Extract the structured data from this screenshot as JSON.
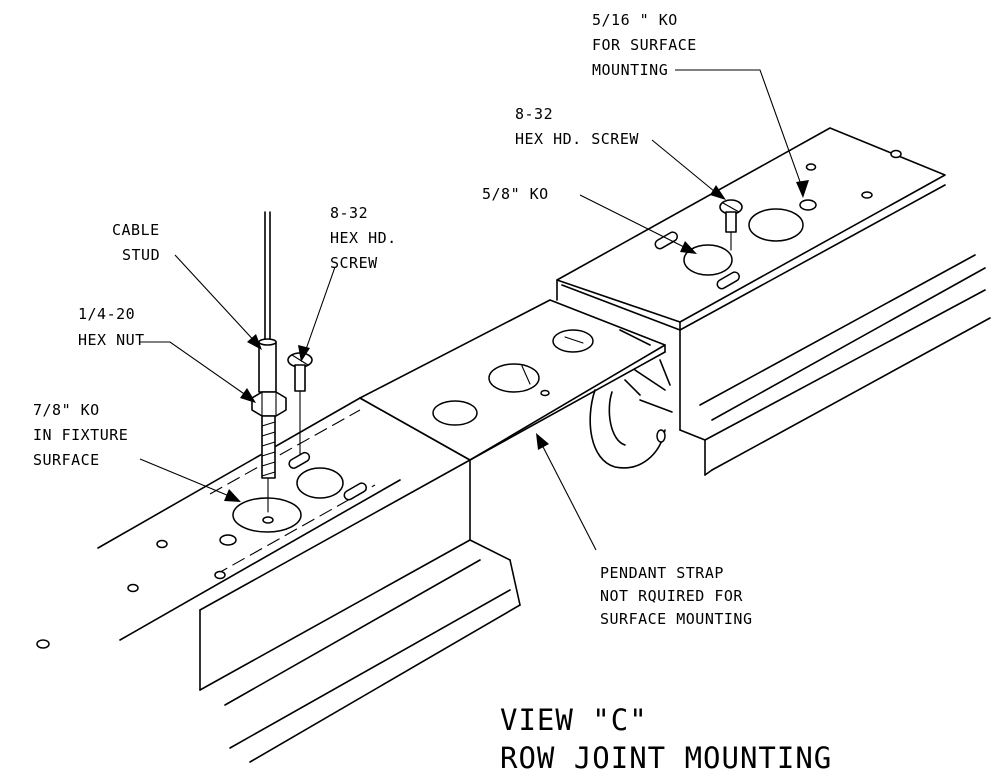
{
  "title": {
    "line1": "VIEW \"C\"",
    "line2": "ROW JOINT MOUNTING"
  },
  "callouts": {
    "ko_5_16": [
      "5/16 \" KO",
      "FOR SURFACE",
      "MOUNTING"
    ],
    "screw_top": [
      "8-32",
      "HEX HD. SCREW"
    ],
    "ko_5_8": [
      "5/8\" KO"
    ],
    "cable_stud": [
      "CABLE",
      "STUD"
    ],
    "screw_left": [
      "8-32",
      "HEX HD.",
      "SCREW"
    ],
    "hex_nut": [
      "1/4-20",
      "HEX NUT"
    ],
    "ko_7_8": [
      "7/8\" KO",
      "IN FIXTURE",
      "SURFACE"
    ],
    "pendant_strap": [
      "PENDANT STRAP",
      "NOT RQUIRED FOR",
      "SURFACE MOUNTING"
    ]
  }
}
